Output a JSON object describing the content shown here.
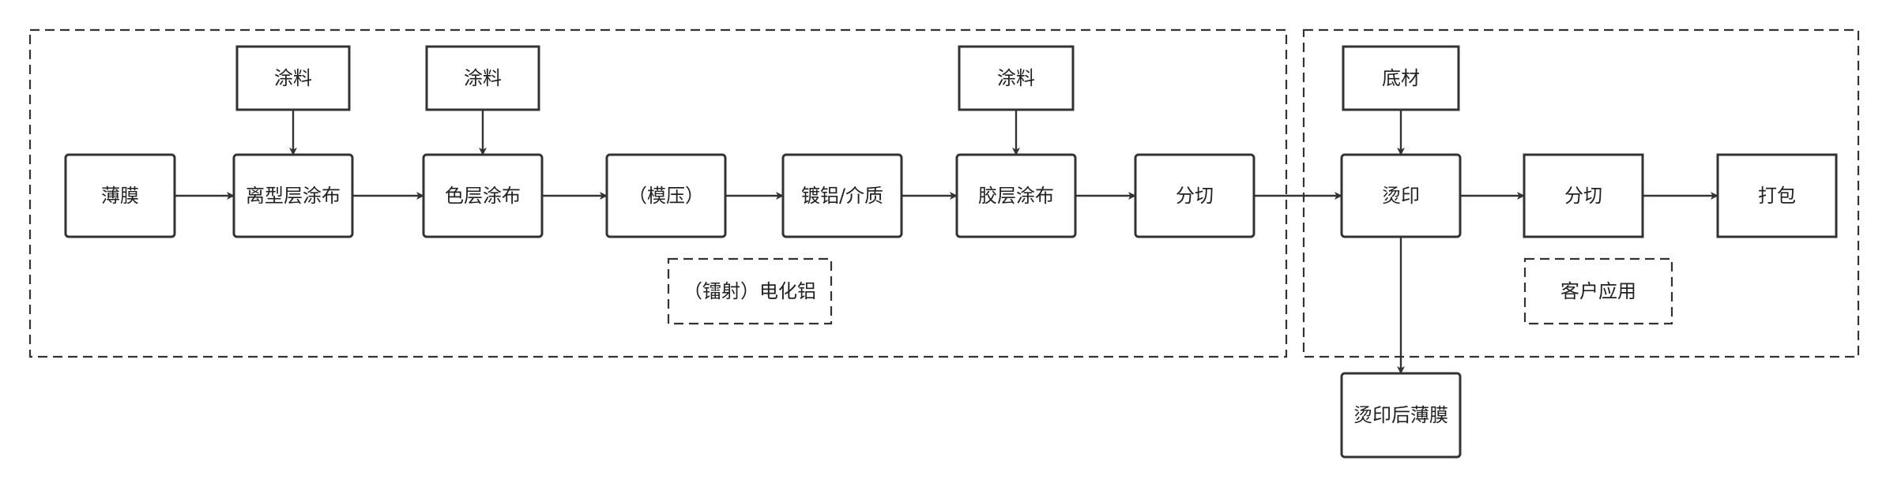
{
  "diagram": {
    "groups": {
      "electro_aluminum": "（镭射）电化铝",
      "customer_application": "客户应用"
    },
    "nodes": {
      "film": "薄膜",
      "coating_1": "涂料",
      "release_coating": "离型层涂布",
      "coating_2": "涂料",
      "color_coating": "色层涂布",
      "embossing": "（模压）",
      "aluminizing": "镀铝/介质",
      "coating_3": "涂料",
      "adhesive_coating": "胶层涂布",
      "slitting_1": "分切",
      "substrate": "底材",
      "hot_stamping": "烫印",
      "slitting_2": "分切",
      "packing": "打包",
      "post_stamping_film": "烫印后薄膜"
    },
    "edges": [
      [
        "film",
        "release_coating"
      ],
      [
        "coating_1",
        "release_coating"
      ],
      [
        "release_coating",
        "color_coating"
      ],
      [
        "coating_2",
        "color_coating"
      ],
      [
        "color_coating",
        "embossing"
      ],
      [
        "embossing",
        "aluminizing"
      ],
      [
        "aluminizing",
        "adhesive_coating"
      ],
      [
        "coating_3",
        "adhesive_coating"
      ],
      [
        "adhesive_coating",
        "slitting_1"
      ],
      [
        "slitting_1",
        "hot_stamping"
      ],
      [
        "substrate",
        "hot_stamping"
      ],
      [
        "hot_stamping",
        "slitting_2"
      ],
      [
        "slitting_2",
        "packing"
      ],
      [
        "hot_stamping",
        "post_stamping_film"
      ]
    ]
  }
}
